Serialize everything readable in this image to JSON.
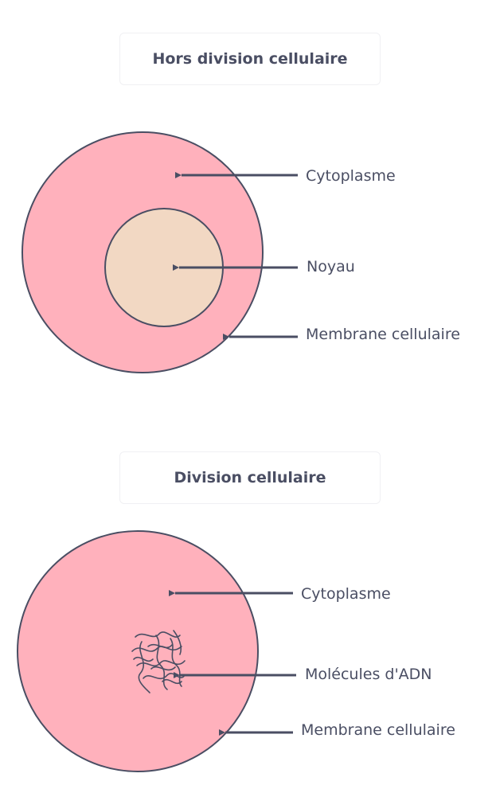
{
  "colors": {
    "cytoplasm": "#ffb1bc",
    "nucleus": "#f2d8c3",
    "outline": "#4a4e63",
    "text": "#4a4e63"
  },
  "panels": [
    {
      "title": "Hors division cellulaire",
      "labels": {
        "cytoplasm": "Cytoplasme",
        "nucleus": "Noyau",
        "membrane": "Membrane cellulaire"
      }
    },
    {
      "title": "Division cellulaire",
      "labels": {
        "cytoplasm": "Cytoplasme",
        "dna": "Molécules d'ADN",
        "membrane": "Membrane cellulaire"
      }
    }
  ]
}
